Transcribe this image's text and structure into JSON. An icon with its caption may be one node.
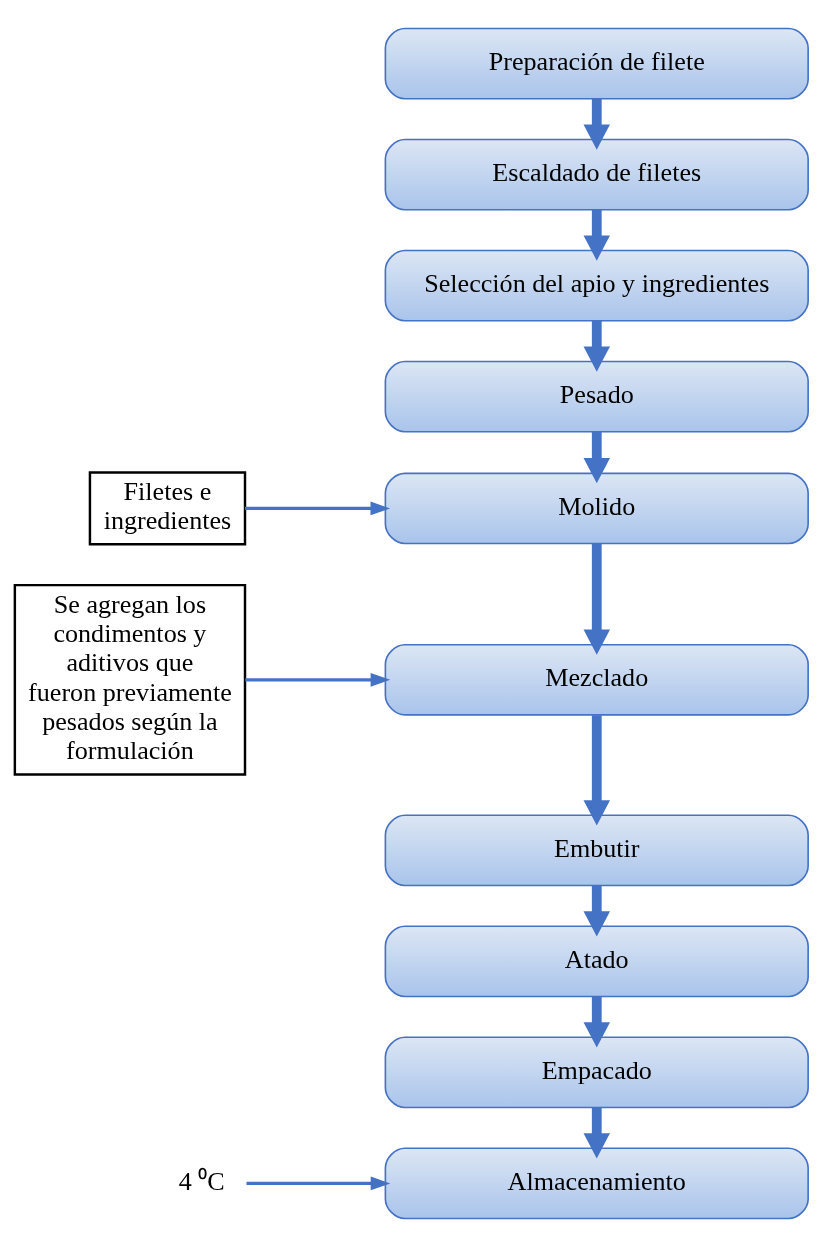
{
  "diagram": {
    "nodes": [
      {
        "text": [
          "Preparación de filete"
        ]
      },
      {
        "text": [
          "Escaldado de filetes"
        ]
      },
      {
        "text": [
          "Selección del apio y ingredientes"
        ]
      },
      {
        "text": [
          "Pesado"
        ]
      },
      {
        "text": [
          "Molido"
        ]
      },
      {
        "text": [
          "Mezclado"
        ]
      },
      {
        "text": [
          "Embutir"
        ]
      },
      {
        "text": [
          "Atado"
        ]
      },
      {
        "text": [
          "Empacado"
        ]
      },
      {
        "text": [
          "Almacenamiento"
        ]
      },
      {
        "text": [
          "Filetes e ingredientes"
        ]
      },
      {
        "text": [
          "Se agregan los condimentos y aditivos que fueron previamente pesados según la formulación"
        ]
      },
      {
        "text": [
          "4 ⁰C"
        ]
      }
    ],
    "edges": [
      {
        "from": 0,
        "to": 1,
        "arrow": "to"
      },
      {
        "from": 1,
        "to": 2,
        "arrow": "to"
      },
      {
        "from": 2,
        "to": 3,
        "arrow": "to"
      },
      {
        "from": 3,
        "to": 4,
        "arrow": "to"
      },
      {
        "from": 4,
        "to": 5,
        "arrow": "to"
      },
      {
        "from": 5,
        "to": 6,
        "arrow": "to"
      },
      {
        "from": 6,
        "to": 7,
        "arrow": "to"
      },
      {
        "from": 7,
        "to": 8,
        "arrow": "to"
      },
      {
        "from": 8,
        "to": 9,
        "arrow": "to"
      },
      {
        "from": 10,
        "to": 4,
        "arrow": "to"
      },
      {
        "from": 11,
        "to": 5,
        "arrow": "to"
      },
      {
        "from": 12,
        "to": 9,
        "arrow": "to"
      }
    ]
  }
}
